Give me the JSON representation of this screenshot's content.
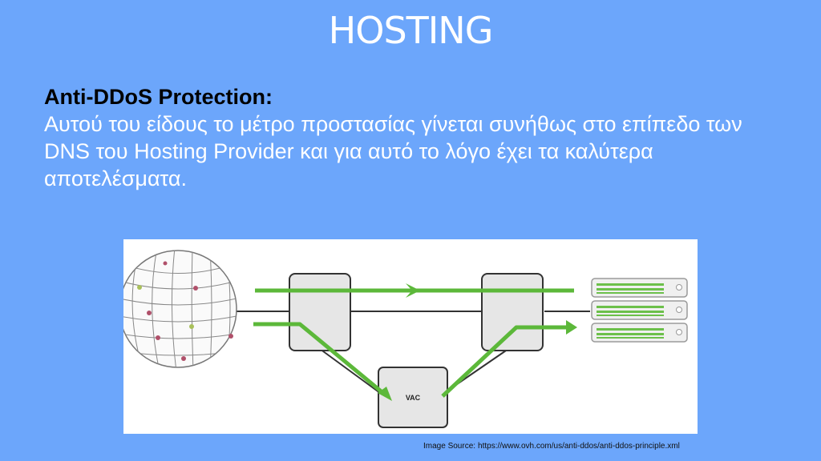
{
  "slide": {
    "title": "HOSTING",
    "heading": "Anti-DDoS Protection:",
    "paragraph": "Αυτού του είδους το μέτρο προστασίας γίνεται συνήθως στο επίπεδο των DNS του Hosting Provider και για αυτό το λόγο έχει τα καλύτερα αποτελέσματα.",
    "image_source_label": "Image Source:",
    "image_source_url": "https://www.ovh.com/us/anti-ddos/anti-ddos-principle.xml"
  },
  "diagram": {
    "vac_label": "VAC",
    "icons": [
      "globe-icon",
      "server-rack-icon"
    ]
  },
  "colors": {
    "background": "#6ca6fb",
    "title": "#ffffff",
    "text": "#ffffff",
    "heading": "#000000",
    "arrow": "#5cb83a",
    "box_fill": "#e6e6e6",
    "box_stroke": "#333333"
  }
}
